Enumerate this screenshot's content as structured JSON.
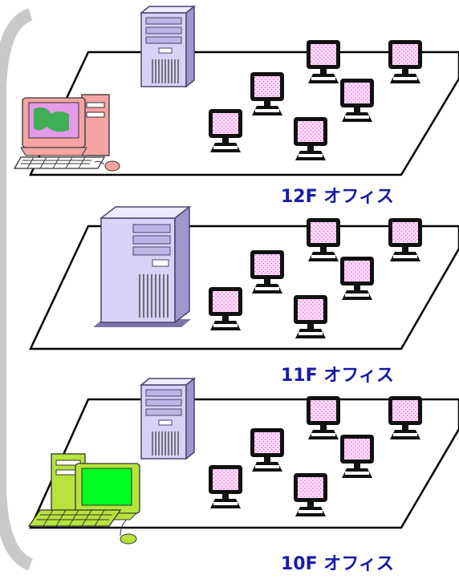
{
  "floors": [
    {
      "id": "12f",
      "label": "12F オフィス",
      "server": "small",
      "client": "pink-crt-desktop"
    },
    {
      "id": "11f",
      "label": "11F オフィス",
      "server": "large",
      "client": ""
    },
    {
      "id": "10f",
      "label": "10F オフィス",
      "server": "small",
      "client": "green-crt-desktop"
    }
  ],
  "colors": {
    "floor_outline": "#000000",
    "floor_label": "#1a1aa8",
    "terminal_screen": "#f6c6f2",
    "terminal_dots": "#ff66dd",
    "server_body": "#d8d2f6",
    "server_shadow": "#8a82b8",
    "backbone": "#c9c9c9",
    "pink_pc": "#f5a3a3",
    "green_pc": "#b7e33c",
    "green_screen": "#00ff22"
  },
  "icons": [
    "server-tower-icon",
    "network-terminal-icon",
    "desktop-computer-icon",
    "keyboard-icon",
    "mouse-icon"
  ]
}
